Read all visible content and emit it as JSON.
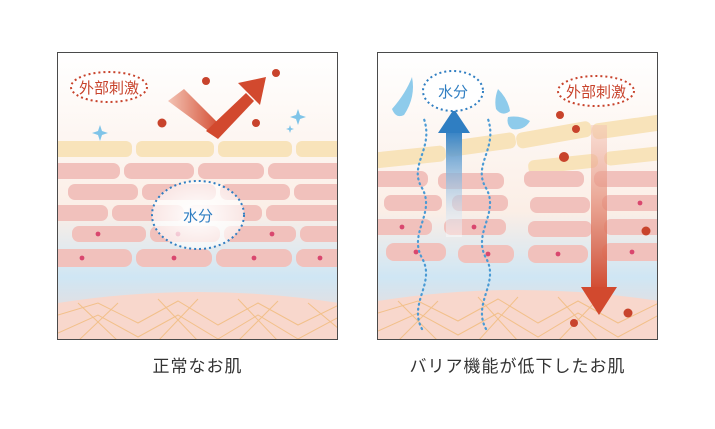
{
  "normal_skin": {
    "caption": "正常なお肌",
    "irritant_label": "外部刺激",
    "moisture_label": "水分"
  },
  "damaged_barrier": {
    "caption": "バリア機能が低下したお肌",
    "irritant_label": "外部刺激",
    "moisture_label": "水分"
  },
  "colors": {
    "irritant_red": "#c8432c",
    "moisture_blue": "#2f7ec2",
    "horny_layer": "#f8e3ba",
    "cell_pink": "#f1c1bc",
    "water_blue": "#c9e4f4",
    "dermis_pink": "#f7d8cf"
  }
}
